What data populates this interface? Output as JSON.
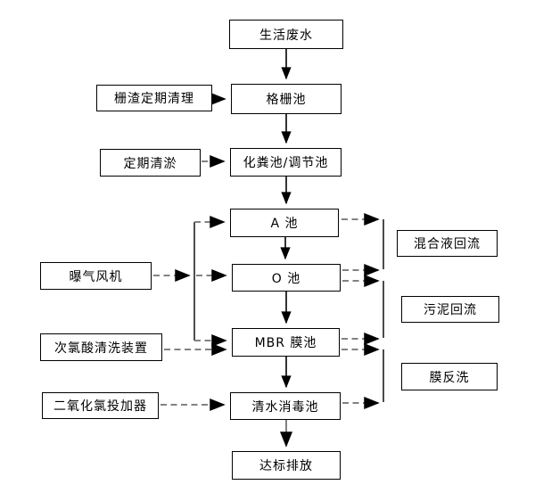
{
  "diagram": {
    "type": "flowchart",
    "language": "zh-CN",
    "nodes": {
      "domestic_wastewater": {
        "label": "生活废水"
      },
      "grid_pool": {
        "label": "格栅池"
      },
      "septic_regulation_pool": {
        "label": "化粪池/调节池"
      },
      "a_pool": {
        "label": "A 池"
      },
      "o_pool": {
        "label": "O 池"
      },
      "mbr_pool": {
        "label": "MBR 膜池"
      },
      "disinfection_pool": {
        "label": "清水消毒池"
      },
      "discharge": {
        "label": "达标排放"
      },
      "grid_residue_cleaning": {
        "label": "栅渣定期清理"
      },
      "regular_desilting": {
        "label": "定期清淤"
      },
      "aeration_blower": {
        "label": "曝气风机"
      },
      "hypochlorous_cleaning": {
        "label": "次氯酸清洗装置"
      },
      "chlorine_dioxide_doser": {
        "label": "二氧化氯投加器"
      },
      "mixed_liquor_return": {
        "label": "混合液回流"
      },
      "sludge_return": {
        "label": "污泥回流"
      },
      "membrane_backwash": {
        "label": "膜反洗"
      }
    },
    "edges": [
      {
        "from": "生活废水",
        "to": "格栅池",
        "style": "solid"
      },
      {
        "from": "格栅池",
        "to": "化粪池/调节池",
        "style": "solid"
      },
      {
        "from": "化粪池/调节池",
        "to": "A 池",
        "style": "solid"
      },
      {
        "from": "A 池",
        "to": "O 池",
        "style": "solid"
      },
      {
        "from": "O 池",
        "to": "MBR 膜池",
        "style": "solid"
      },
      {
        "from": "MBR 膜池",
        "to": "清水消毒池",
        "style": "solid"
      },
      {
        "from": "清水消毒池",
        "to": "达标排放",
        "style": "solid-gray"
      },
      {
        "from": "栅渣定期清理",
        "to": "格栅池",
        "style": "solid-gray"
      },
      {
        "from": "定期清淤",
        "to": "化粪池/调节池",
        "style": "dashed"
      },
      {
        "from": "曝气风机",
        "to": "A 池",
        "style": "dashed"
      },
      {
        "from": "曝气风机",
        "to": "O 池",
        "style": "dashed"
      },
      {
        "from": "曝气风机",
        "to": "MBR 膜池",
        "style": "dashed"
      },
      {
        "from": "次氯酸清洗装置",
        "to": "MBR 膜池",
        "style": "dashed"
      },
      {
        "from": "二氧化氯投加器",
        "to": "清水消毒池",
        "style": "dashed"
      },
      {
        "from": "A 池",
        "to": "O 池",
        "style": "dashed",
        "loop_label": "混合液回流"
      },
      {
        "from": "O 池",
        "to": "MBR 膜池",
        "style": "dashed",
        "loop_label": "污泥回流"
      },
      {
        "from": "MBR 膜池",
        "to": "清水消毒池",
        "style": "dashed",
        "loop_label": "膜反洗"
      }
    ],
    "colors": {
      "box_border": "#000000",
      "box_fill": "#ffffff",
      "solid_arrow": "#000000",
      "gray_arrow": "#808080",
      "dashed_line": "#828282",
      "arrowhead": "#000000",
      "background": "#ffffff"
    }
  }
}
